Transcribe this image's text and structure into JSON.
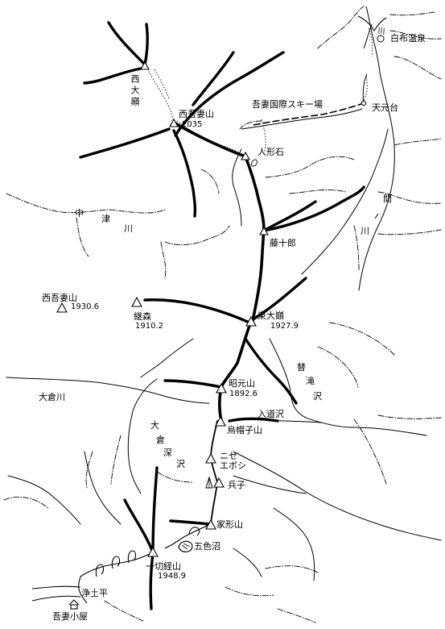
{
  "peaks": [
    {
      "id": "nishi-daiten",
      "name": "西大巓",
      "elevation": null
    },
    {
      "id": "nishi-azuma-upper",
      "name": "西吾妻山",
      "elevation": "2035"
    },
    {
      "id": "ningyoishi",
      "name": "人形石",
      "elevation": null
    },
    {
      "id": "fujijuro",
      "name": "藤十郎",
      "elevation": null
    },
    {
      "id": "nishi-azuma-lower",
      "name": "西吾妻山",
      "elevation": "1930.6"
    },
    {
      "id": "kaimori",
      "name": "継森",
      "elevation": "1910.2"
    },
    {
      "id": "higashi-daiten",
      "name": "東大巓",
      "elevation": "1927.9"
    },
    {
      "id": "shogen",
      "name": "昭元山",
      "elevation": "1892.6"
    },
    {
      "id": "eboshi",
      "name": "烏帽子山",
      "elevation": null
    },
    {
      "id": "nise-eboshi",
      "name": "ニセ\nエボシ",
      "elevation": null
    },
    {
      "id": "hyogo",
      "name": "兵子",
      "elevation": null
    },
    {
      "id": "iekata",
      "name": "家形山",
      "elevation": null
    },
    {
      "id": "issaikyo",
      "name": "一切経山",
      "elevation": "1948.9"
    }
  ],
  "places": {
    "shirabu_onsen": "白布温泉",
    "ski_area": "吾妻国際スキー場",
    "tengendai": "天元台",
    "goshikinuma": "五色沼",
    "jododaira": "浄土平",
    "azuma_hut": "吾妻小屋"
  },
  "rivers": {
    "nakatsu_upper": "中",
    "nakatsu_mid": "津",
    "nakatsu_lower": "川",
    "ai_upper": "間",
    "ai_lower": "川",
    "okura": "大倉川",
    "okura_fukasawa": [
      "大",
      "倉",
      "深",
      "沢"
    ],
    "kaetaki": [
      "替",
      "滝",
      "沢"
    ],
    "iridozawa": "入道沢"
  }
}
